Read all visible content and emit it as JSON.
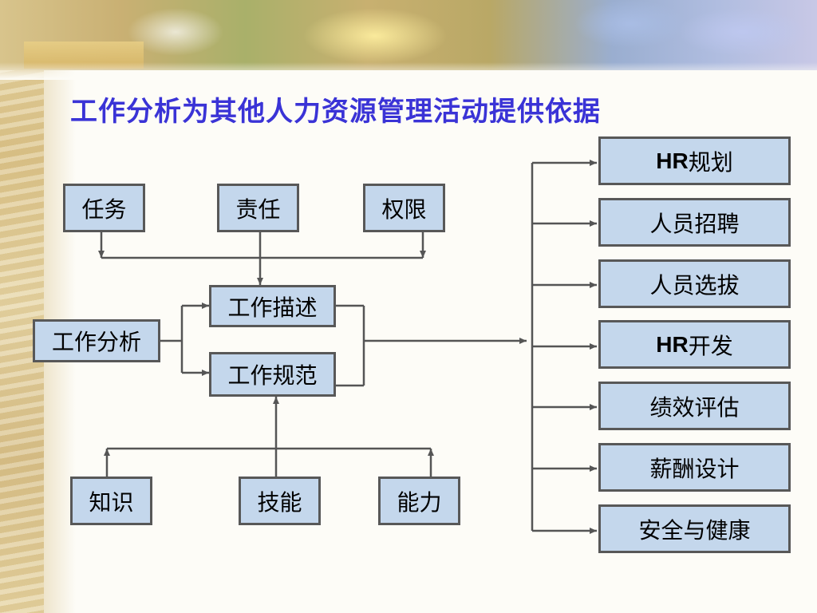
{
  "title": "工作分析为其他人力资源管理活动提供依据",
  "boxes": {
    "task": "任务",
    "responsibility": "责任",
    "authority": "权限",
    "job_analysis": "工作分析",
    "job_description": "工作描述",
    "job_specification": "工作规范",
    "knowledge": "知识",
    "skill": "技能",
    "ability": "能力"
  },
  "outputs": {
    "hr_planning": {
      "prefix": "HR",
      "label": "规划"
    },
    "recruitment": "人员招聘",
    "selection": "人员选拔",
    "hr_development": {
      "prefix": "HR",
      "label": "开发"
    },
    "performance": "绩效评估",
    "compensation": "薪酬设计",
    "safety_health": "安全与健康"
  },
  "colors": {
    "title": "#3a33d6",
    "box_fill": "#c4d7ec",
    "box_border": "#585858",
    "connector": "#555555"
  }
}
